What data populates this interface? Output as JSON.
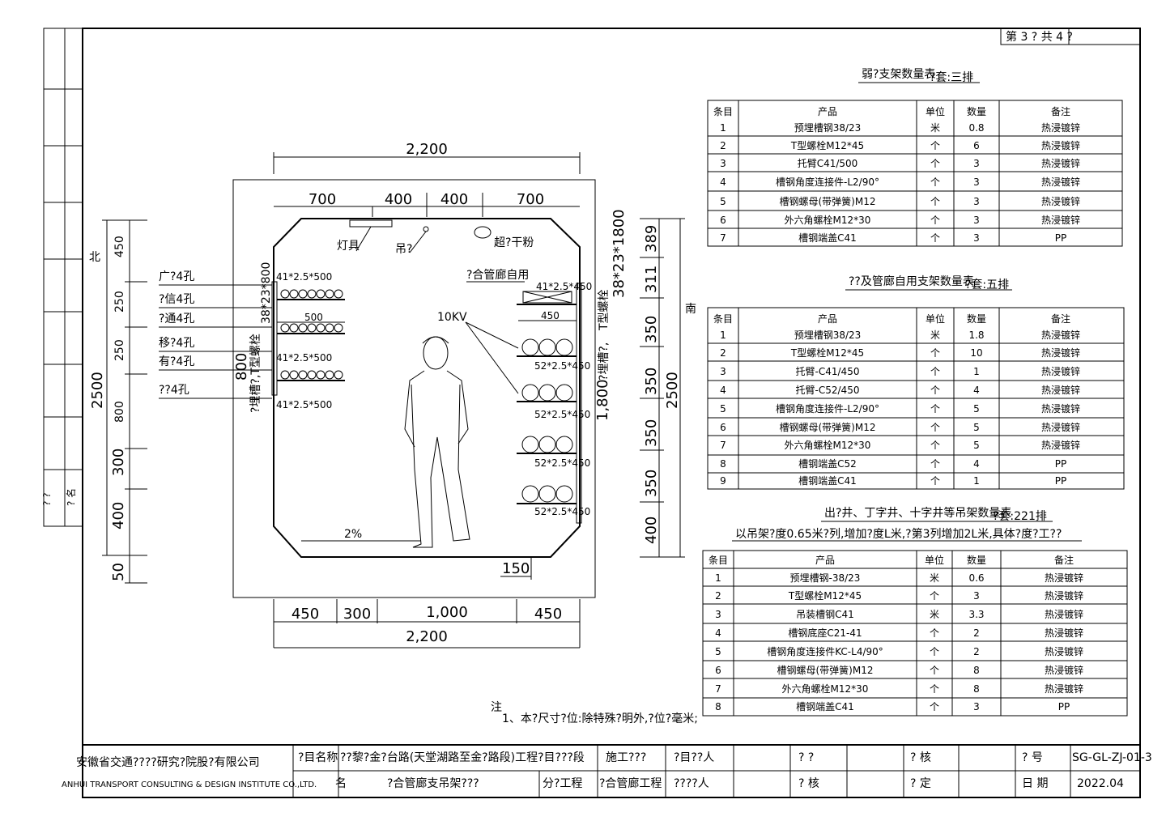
{
  "sheet": {
    "page_label": "第 3 ? 共 4 ?"
  },
  "side_stamp": [
    "? ?",
    "? 名"
  ],
  "section": {
    "north": "北",
    "south": "南",
    "top_total": "2,200",
    "top_dims": [
      "700",
      "400",
      "400",
      "700"
    ],
    "bottom_dims": [
      "450",
      "300",
      "1,000",
      "450"
    ],
    "bottom_total": "2,200",
    "left_dims": [
      "450",
      "250",
      "250",
      "800",
      "300",
      "400",
      "50"
    ],
    "left_total": "2500",
    "right_dims": [
      "389",
      "311",
      "350",
      "350",
      "350",
      "350",
      "400"
    ],
    "right_total": "2500",
    "left_labels": [
      "广?4孔",
      "?信4孔",
      "?通4孔",
      "移?4孔",
      "有?4孔",
      "??4孔"
    ],
    "left_bars": [
      "41*2.5*500",
      "41*2.5*500",
      "41*2.5*500"
    ],
    "left_tray_width": "500",
    "left_vertical_labels": [
      "38*23*800",
      "800",
      "?埋槽?,T型螺栓"
    ],
    "right_bars": [
      "41*2.5*450",
      "52*2.5*450",
      "52*2.5*450",
      "52*2.5*450",
      "52*2.5*450"
    ],
    "right_tray_width": "450",
    "right_vertical_labels": [
      "38*23*1800",
      "T型螺栓",
      "?埋槽?,",
      "1,800"
    ],
    "callouts": {
      "lamp": "灯具",
      "hook": "吊?",
      "dryer": "超?干粉",
      "gallery_use": "?合管廊自用",
      "kv": "10KV",
      "slope": "2%",
      "step": "150"
    }
  },
  "table1": {
    "title": "弱?支架数量表",
    "suffix": "?套:三排",
    "headers": [
      "条目",
      "产品",
      "单位",
      "数量",
      "备注"
    ],
    "rows": [
      [
        "1",
        "预埋槽钢38/23",
        "米",
        "0.8",
        "热浸镀锌"
      ],
      [
        "2",
        "T型螺栓M12*45",
        "个",
        "6",
        "热浸镀锌"
      ],
      [
        "3",
        "托臂C41/500",
        "个",
        "3",
        "热浸镀锌"
      ],
      [
        "4",
        "槽钢角度连接件-L2/90°",
        "个",
        "3",
        "热浸镀锌"
      ],
      [
        "5",
        "槽钢螺母(带弹簧)M12",
        "个",
        "3",
        "热浸镀锌"
      ],
      [
        "6",
        "外六角螺栓M12*30",
        "个",
        "3",
        "热浸镀锌"
      ],
      [
        "7",
        "槽钢端盖C41",
        "个",
        "3",
        "PP"
      ]
    ]
  },
  "table2": {
    "title": "??及管廊自用支架数量表",
    "suffix": "?套:五排",
    "headers": [
      "条目",
      "产品",
      "单位",
      "数量",
      "备注"
    ],
    "rows": [
      [
        "1",
        "预埋槽钢38/23",
        "米",
        "1.8",
        "热浸镀锌"
      ],
      [
        "2",
        "T型螺栓M12*45",
        "个",
        "10",
        "热浸镀锌"
      ],
      [
        "3",
        "托臂-C41/450",
        "个",
        "1",
        "热浸镀锌"
      ],
      [
        "4",
        "托臂-C52/450",
        "个",
        "4",
        "热浸镀锌"
      ],
      [
        "5",
        "槽钢角度连接件-L2/90°",
        "个",
        "5",
        "热浸镀锌"
      ],
      [
        "6",
        "槽钢螺母(带弹簧)M12",
        "个",
        "5",
        "热浸镀锌"
      ],
      [
        "7",
        "外六角螺栓M12*30",
        "个",
        "5",
        "热浸镀锌"
      ],
      [
        "8",
        "槽钢端盖C52",
        "个",
        "4",
        "PP"
      ],
      [
        "9",
        "槽钢端盖C41",
        "个",
        "1",
        "PP"
      ]
    ]
  },
  "table3": {
    "title": "出?井、丁字井、十字井等吊架数量表",
    "suffix": "?套:221排",
    "note": "以吊架?度0.65米?列,增加?度L米,?第3列增加2L米,具体?度?工??",
    "headers": [
      "条目",
      "产品",
      "单位",
      "数量",
      "备注"
    ],
    "rows": [
      [
        "1",
        "预埋槽钢-38/23",
        "米",
        "0.6",
        "热浸镀锌"
      ],
      [
        "2",
        "T型螺栓M12*45",
        "个",
        "3",
        "热浸镀锌"
      ],
      [
        "3",
        "吊装槽钢C41",
        "米",
        "3.3",
        "热浸镀锌"
      ],
      [
        "4",
        "槽钢底座C21-41",
        "个",
        "2",
        "热浸镀锌"
      ],
      [
        "5",
        "槽钢角度连接件KC-L4/90°",
        "个",
        "2",
        "热浸镀锌"
      ],
      [
        "6",
        "槽钢螺母(带弹簧)M12",
        "个",
        "8",
        "热浸镀锌"
      ],
      [
        "7",
        "外六角螺栓M12*30",
        "个",
        "8",
        "热浸镀锌"
      ],
      [
        "8",
        "槽钢端盖C41",
        "个",
        "3",
        "PP"
      ]
    ]
  },
  "notes": {
    "head": "注",
    "line1": "1、本?尺寸?位:除特殊?明外,?位?毫米;"
  },
  "titleblock": {
    "company_cn": "安徽省交通????研究?院股?有限公司",
    "company_en": "ANHUI TRANSPORT CONSULTING & DESIGN INSTITUTE CO.,LTD.",
    "proj_label": "?目名称",
    "proj_value": "??黎?金?台路(天堂湖路至金?路段)工程?目???段",
    "stage": "施工???",
    "pm": "?目??人",
    "col_a1": "?  ?",
    "col_b1": "?  核",
    "col_c1": "?  号",
    "drawing_no": "SG-GL-ZJ-01-3",
    "name_label": "名",
    "name_value": "?合管廊支吊架???",
    "sub_label": "分?工程",
    "sub_value": "?合管廊工程",
    "pro_resp": "????人",
    "col_a2": "?  核",
    "col_b2": "?  定",
    "col_c2": "日  期",
    "date": "2022.04"
  }
}
